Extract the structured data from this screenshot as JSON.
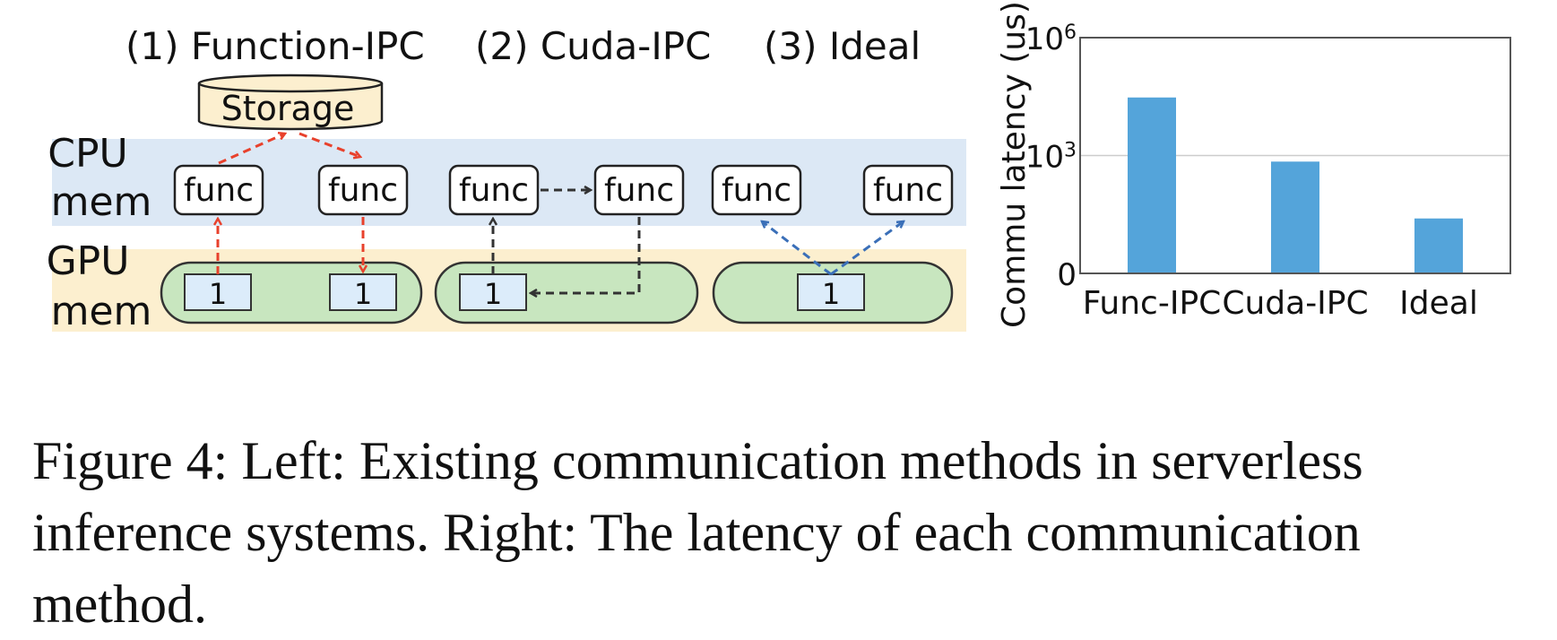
{
  "diagram": {
    "titles": [
      "(1) Function-IPC",
      "(2) Cuda-IPC",
      "(3) Ideal"
    ],
    "storage_label": "Storage",
    "cpu_label": [
      "CPU",
      "mem"
    ],
    "gpu_label": [
      "GPU",
      "mem"
    ],
    "func_label": "func",
    "buffer_label": "1",
    "colors": {
      "cpu_band": "#dce8f5",
      "gpu_band": "#fcefcf",
      "gpu_pill": "#c8e6bf",
      "buffer_fill": "#dcecfa",
      "storage_fill": "#fcefcf",
      "red_arrow": "#e8412c",
      "black_arrow": "#333333",
      "blue_arrow": "#3a6fb8"
    }
  },
  "chart_data": {
    "type": "bar",
    "scale": "log",
    "categories": [
      "Func-IPC",
      "Cuda-IPC",
      "Ideal"
    ],
    "values": [
      30000,
      700,
      25
    ],
    "ylabel": "Commu latency (us)",
    "yticks": [
      {
        "value": 1,
        "label": "0"
      },
      {
        "value": 1000,
        "label": "10",
        "sup": "3"
      },
      {
        "value": 1000000,
        "label": "10",
        "sup": "6"
      }
    ],
    "ylim": [
      1,
      1000000
    ],
    "grid": true,
    "bar_color": "#54a4da"
  },
  "caption": "Figure 4: Left: Existing communication methods in serverless inference systems. Right: The latency of each communication method."
}
